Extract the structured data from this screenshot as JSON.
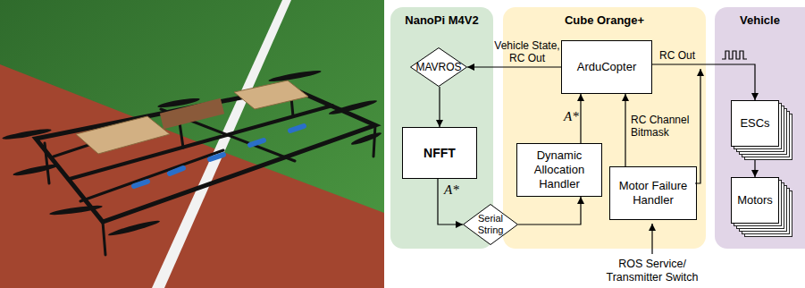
{
  "diagram": {
    "nodes": [
      {
        "text": [
          "NanoPi M4V2"
        ]
      },
      {
        "text": [
          "MAVROS"
        ],
        "in": 0
      },
      {
        "text": [
          "NFFT"
        ],
        "in": 0
      },
      {
        "text": [
          "Serial String"
        ]
      },
      {
        "text": [
          "Cube Orange+"
        ]
      },
      {
        "text": [
          "ArduCopter"
        ],
        "in": 4
      },
      {
        "text": [
          "Dynamic Allocation Handler"
        ],
        "in": 4
      },
      {
        "text": [
          "Motor Failure Handler"
        ],
        "in": 4
      },
      {
        "text": [
          "Vehicle"
        ]
      },
      {
        "text": [
          "ESCs"
        ],
        "in": 8
      },
      {
        "text": [
          "Motors"
        ],
        "in": 8
      }
    ],
    "edges": [
      {
        "from": 5,
        "to": 1,
        "label": "Vehicle State, RC Out",
        "arrow": "to"
      },
      {
        "from": 1,
        "to": 2,
        "arrow": "to"
      },
      {
        "from": 2,
        "to": 3,
        "label": "A*",
        "arrow": "to"
      },
      {
        "from": 3,
        "to": 6,
        "arrow": "to"
      },
      {
        "from": 6,
        "to": 5,
        "label": "A*",
        "arrow": "to"
      },
      {
        "from": 7,
        "to": 5,
        "label": "RC Channel Bitmask",
        "arrow": "to"
      },
      {
        "from": 5,
        "to": 9,
        "label": "RC Out",
        "arrow": "to"
      },
      {
        "from": 9,
        "to": 10,
        "arrow": "to"
      }
    ],
    "labels": [
      "ROS Service/ Transmitter Switch"
    ]
  }
}
